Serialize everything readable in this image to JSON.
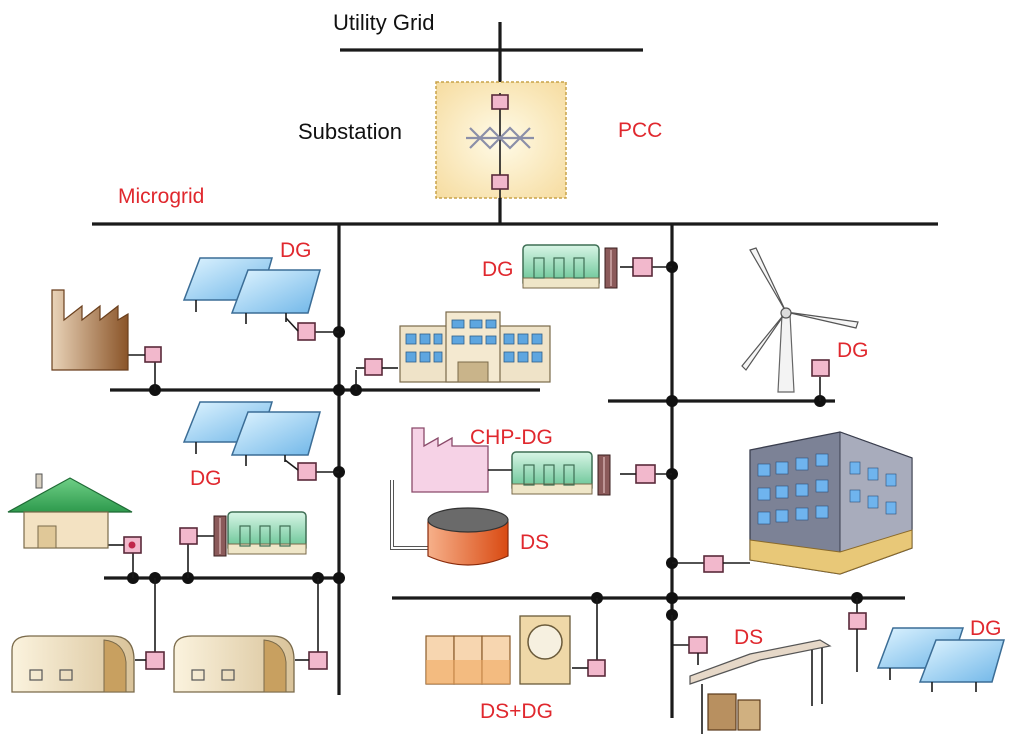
{
  "labels": {
    "utility_grid": "Utility Grid",
    "substation": "Substation",
    "pcc": "PCC",
    "microgrid": "Microgrid",
    "dg": "DG",
    "chp_dg": "CHP-DG",
    "ds": "DS",
    "ds_dg": "DS+DG"
  },
  "colors": {
    "label_red": "#e0282e",
    "line": "#1a1a1a",
    "switch_fill": "#f2b8cc"
  }
}
